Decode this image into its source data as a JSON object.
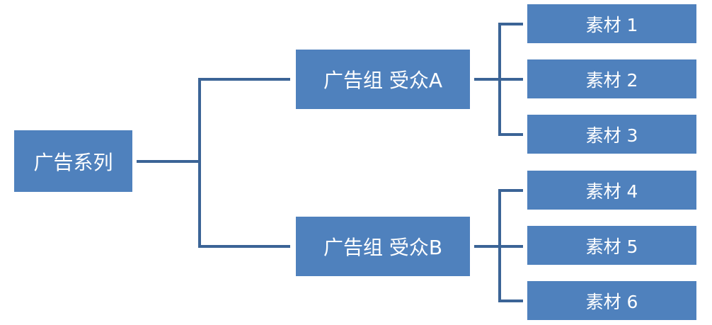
{
  "colors": {
    "node_fill": "#4f81bd",
    "connector": "#3b6496",
    "text": "#ffffff"
  },
  "diagram": {
    "campaign": {
      "label": "广告系列"
    },
    "ad_groups": [
      {
        "label": "广告组 受众A",
        "assets": [
          "素材 1",
          "素材 2",
          "素材 3"
        ]
      },
      {
        "label": "广告组 受众B",
        "assets": [
          "素材 4",
          "素材 5",
          "素材 6"
        ]
      }
    ]
  }
}
